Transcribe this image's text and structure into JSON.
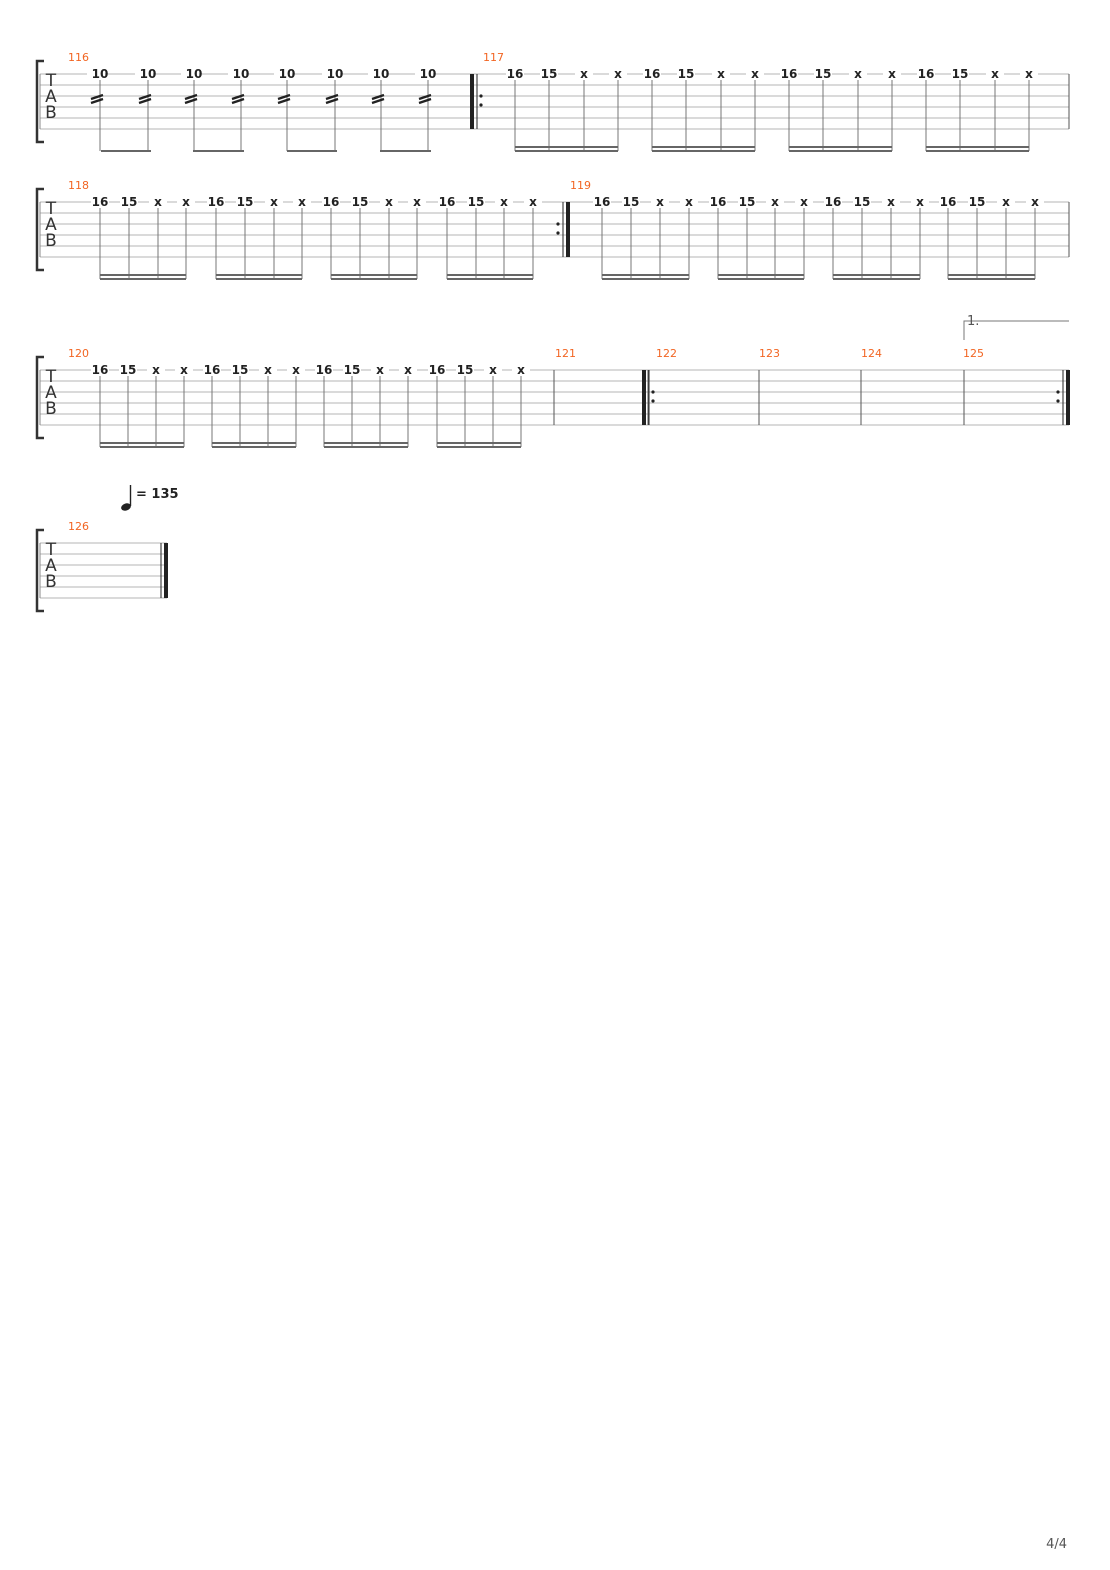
{
  "page": {
    "number": "4/4"
  },
  "tab_label": [
    "T",
    "A",
    "B"
  ],
  "tempo": {
    "note": "quarter-note-icon",
    "text": "= 135"
  },
  "volta": {
    "label": "1."
  },
  "systems": [
    {
      "measures": [
        {
          "number": "116",
          "start_repeat": false,
          "end_repeat": false,
          "notes": [
            "10",
            "10",
            "10",
            "10",
            "10",
            "10",
            "10",
            "10"
          ],
          "tremolo": true
        },
        {
          "number": "117",
          "start_repeat": true,
          "end_repeat": false,
          "notes": [
            "16",
            "15",
            "x",
            "x",
            "16",
            "15",
            "x",
            "x",
            "16",
            "15",
            "x",
            "x",
            "16",
            "15",
            "x",
            "x"
          ],
          "tremolo": false
        }
      ]
    },
    {
      "measures": [
        {
          "number": "118",
          "start_repeat": false,
          "end_repeat": true,
          "notes": [
            "16",
            "15",
            "x",
            "x",
            "16",
            "15",
            "x",
            "x",
            "16",
            "15",
            "x",
            "x",
            "16",
            "15",
            "x",
            "x"
          ],
          "tremolo": false
        },
        {
          "number": "119",
          "start_repeat": false,
          "end_repeat": false,
          "notes": [
            "16",
            "15",
            "x",
            "x",
            "16",
            "15",
            "x",
            "x",
            "16",
            "15",
            "x",
            "x",
            "16",
            "15",
            "x",
            "x"
          ],
          "tremolo": false
        }
      ]
    },
    {
      "measures": [
        {
          "number": "120",
          "notes": [
            "16",
            "15",
            "x",
            "x",
            "16",
            "15",
            "x",
            "x",
            "16",
            "15",
            "x",
            "x",
            "16",
            "15",
            "x",
            "x"
          ]
        },
        {
          "number": "121",
          "notes": []
        },
        {
          "number": "122",
          "notes": []
        },
        {
          "number": "123",
          "notes": []
        },
        {
          "number": "124",
          "notes": []
        },
        {
          "number": "125",
          "notes": []
        }
      ]
    },
    {
      "measures": [
        {
          "number": "126",
          "notes": []
        }
      ]
    }
  ]
}
